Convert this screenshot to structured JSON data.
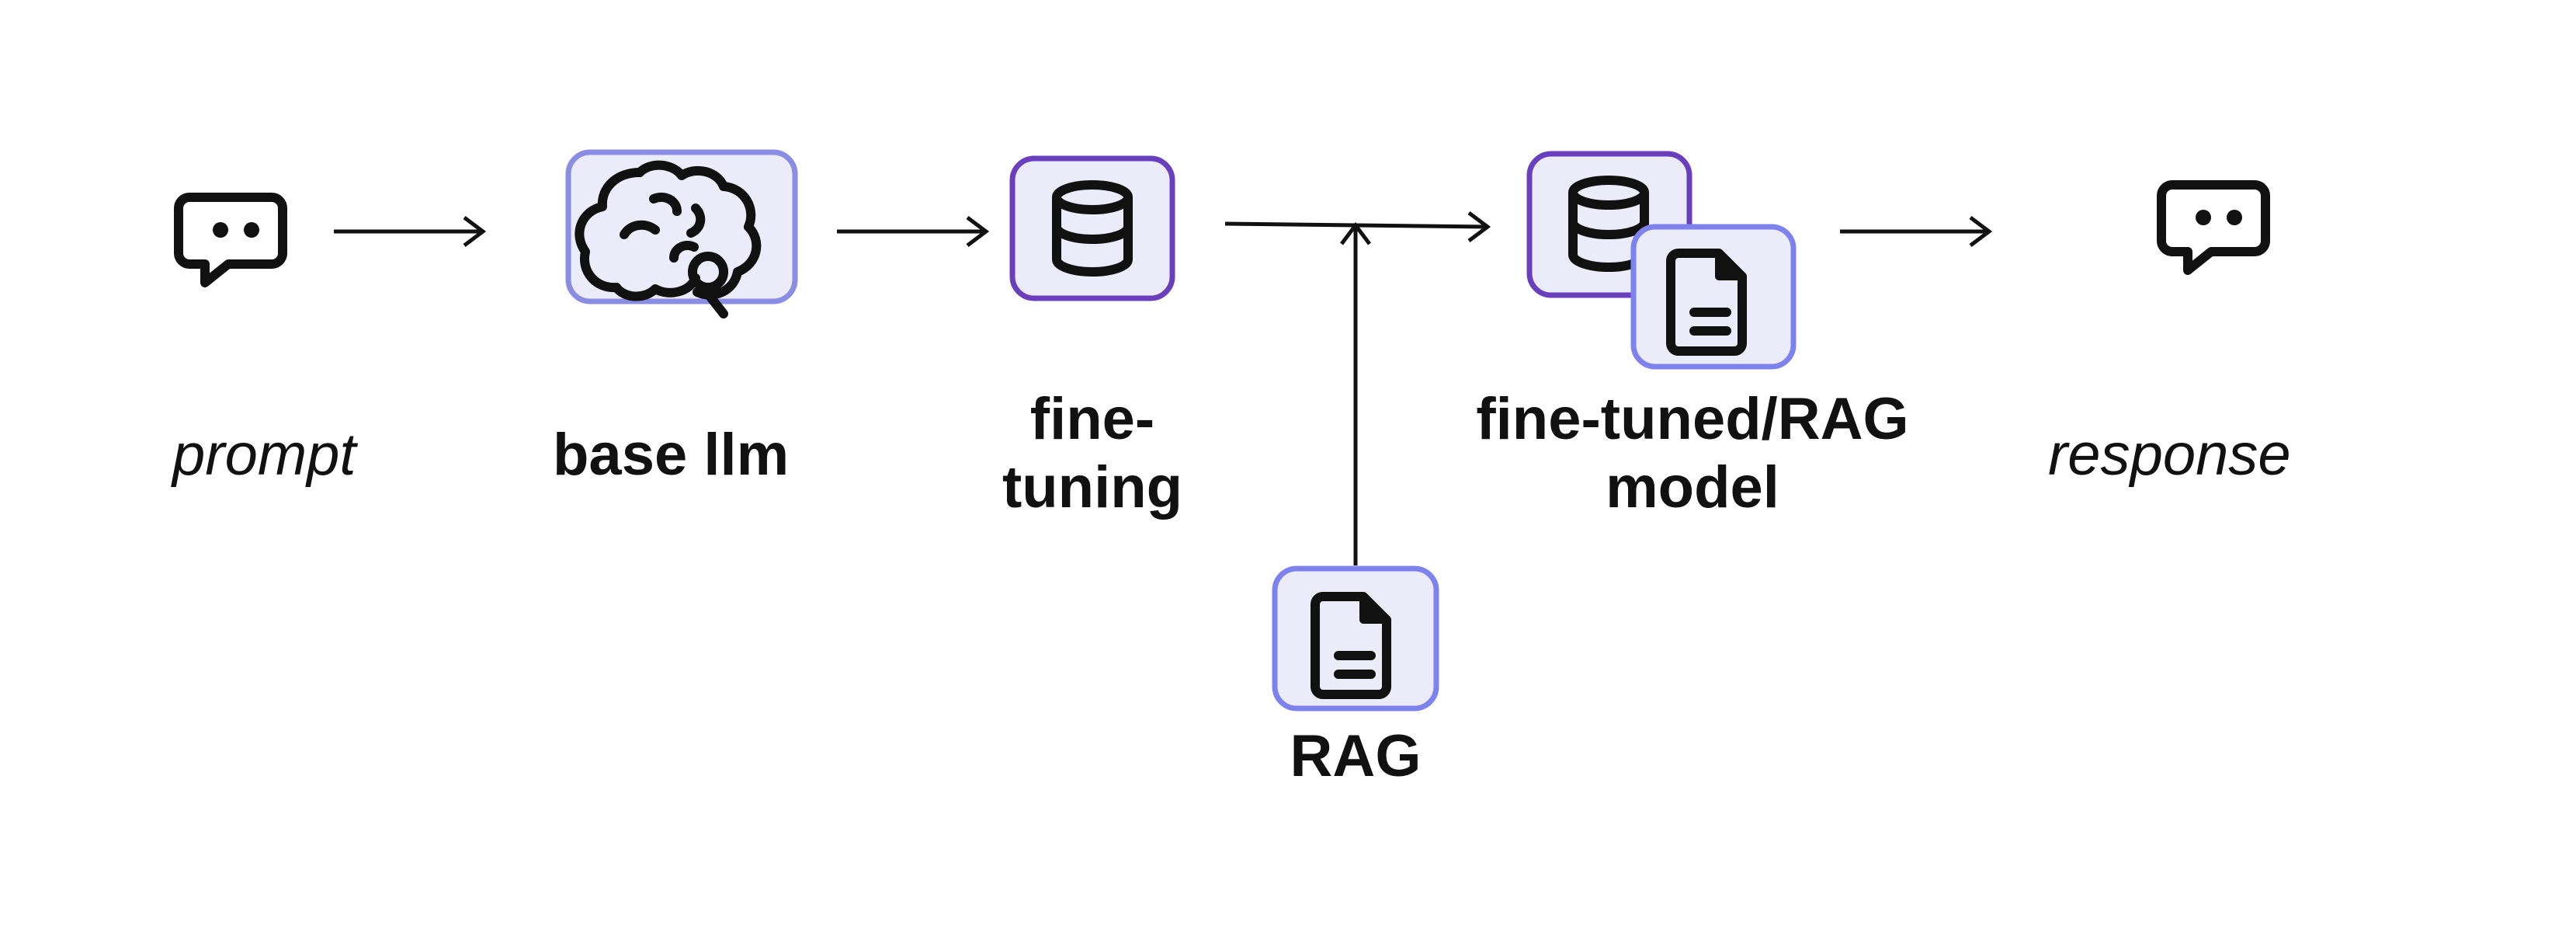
{
  "colors": {
    "ink": "#111111",
    "box_fill": "#ebebfa",
    "box_border_light": "#8a8de2",
    "box_border_purple": "#6a3fbd",
    "box_border_blue": "#7e82ee"
  },
  "nodes": {
    "prompt": {
      "label": "prompt",
      "icon": "speech-bubble-icon"
    },
    "base_llm": {
      "label": "base llm",
      "icon": "brain-icon"
    },
    "fine_tuning": {
      "label_line1": "fine-",
      "label_line2": "tuning",
      "icon": "database-icon"
    },
    "rag": {
      "label": "RAG",
      "icon": "document-icon"
    },
    "fine_tuned_rag_model": {
      "label_line1": "fine-tuned/RAG",
      "label_line2": "model",
      "icons": [
        "database-icon",
        "document-icon"
      ]
    },
    "response": {
      "label": "response",
      "icon": "speech-bubble-icon"
    }
  }
}
